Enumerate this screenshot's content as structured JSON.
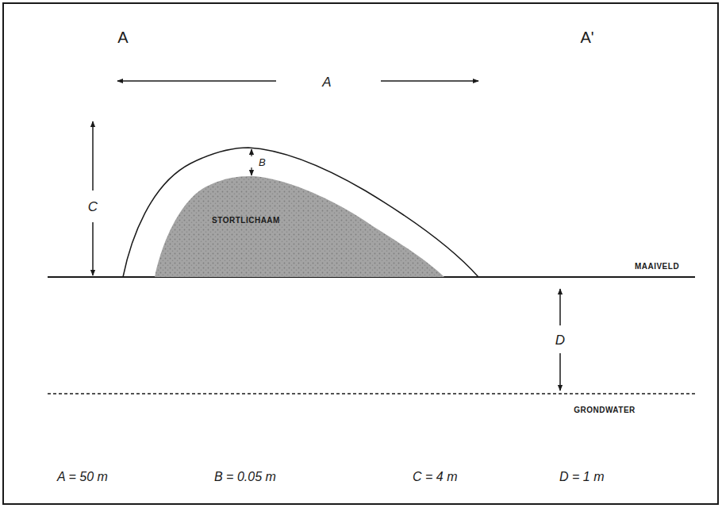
{
  "diagram": {
    "nodes": [
      {
        "text": [
          "STORTLICHAAM"
        ]
      }
    ],
    "labels": [
      "A",
      "A'",
      "A",
      "B",
      "C",
      "MAAIVELD",
      "D",
      "GRONDWATER",
      "A = 50 m",
      "B = 0.05 m",
      "C = 4 m",
      "D = 1 m"
    ]
  }
}
